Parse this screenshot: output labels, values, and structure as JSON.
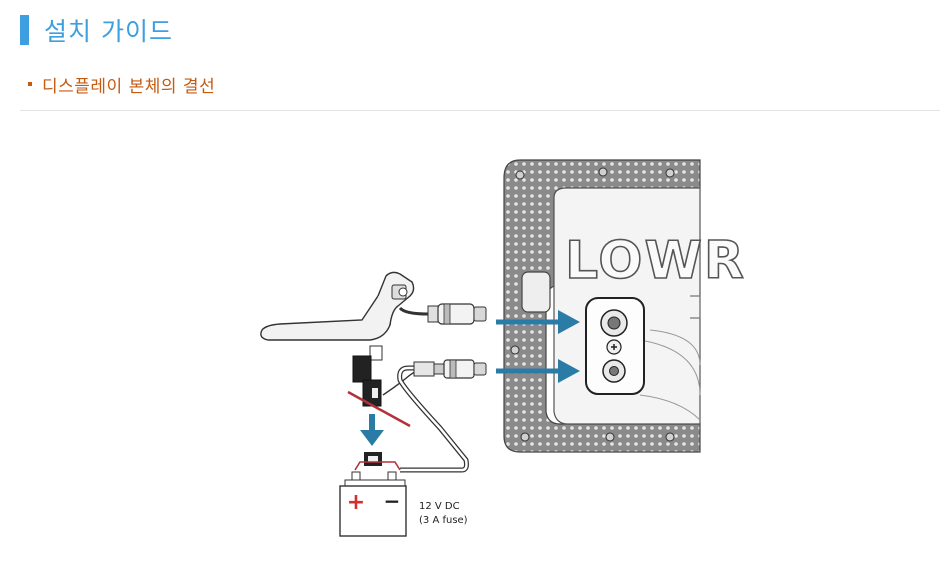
{
  "page": {
    "title": "설치 가이드",
    "section_title": "디스플레이 본체의 결선"
  },
  "diagram": {
    "brand_text": "LOWR",
    "battery": {
      "plus_label": "+",
      "minus_label": "−",
      "voltage_label": "12 V DC",
      "fuse_label": "(3 A fuse)"
    },
    "colors": {
      "title_blue": "#3d9ee0",
      "section_orange": "#c55a11",
      "arrow_blue": "#2a7ba5",
      "plus_red": "#d32f2f",
      "wire_red": "#b2323a"
    },
    "icons": [
      "transducer-icon",
      "fuse-holder-icon",
      "battery-icon",
      "display-unit-icon",
      "power-connector-icon",
      "sonar-connector-icon"
    ]
  }
}
